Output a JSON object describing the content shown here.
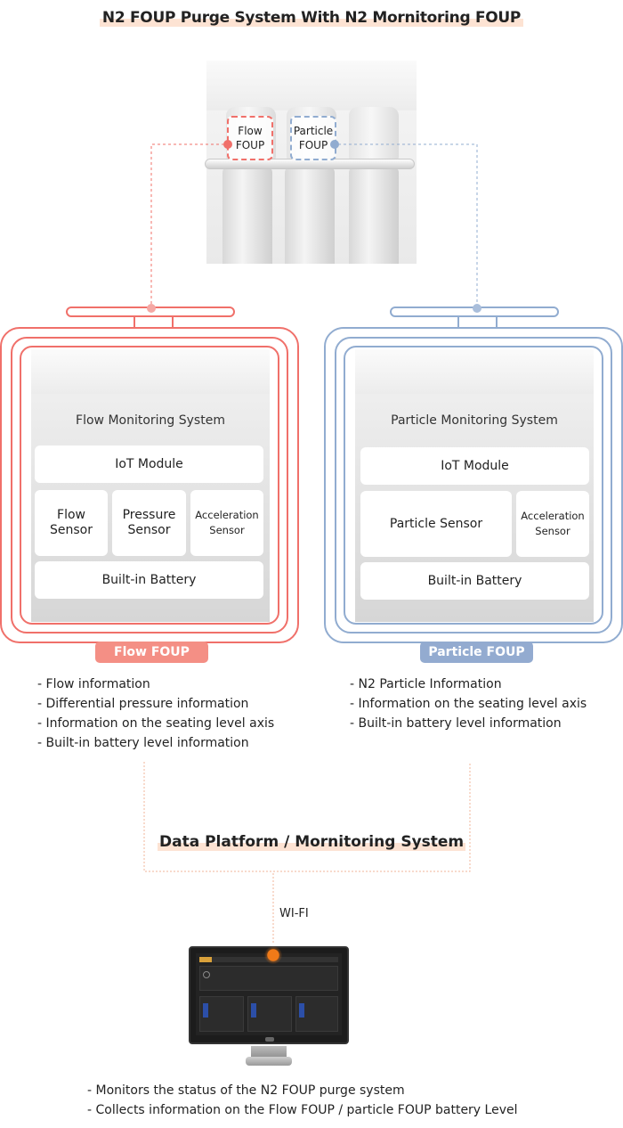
{
  "title": "N2 FOUP Purge System With N2 Mornitoring FOUP",
  "rack": {
    "flow_tag": "Flow\nFOUP",
    "particle_tag": "Particle\nFOUP"
  },
  "colors": {
    "flow": "#f0706a",
    "particle": "#91acd0",
    "flow_label_bg": "#f48f85",
    "particle_label_bg": "#93abd0",
    "highlight": "#fde3d3",
    "wifi_dot": "#f07a18"
  },
  "flow_panel": {
    "system_title": "Flow Monitoring System",
    "iot": "IoT Module",
    "sensors": [
      "Flow\nSensor",
      "Pressure\nSensor",
      "Acceleration\nSensor"
    ],
    "battery": "Built-in Battery",
    "label": "Flow FOUP",
    "info": [
      "Flow information",
      "Differential pressure information",
      "Information on the seating level axis",
      "Built-in battery level information"
    ]
  },
  "particle_panel": {
    "system_title": "Particle Monitoring System",
    "iot": "IoT Module",
    "sensors": [
      "Particle Sensor",
      "Acceleration\nSensor"
    ],
    "battery": "Built-in Battery",
    "label": "Particle FOUP",
    "info": [
      "N2 Particle Information",
      "Information on the seating level axis",
      "Built-in battery level information"
    ]
  },
  "platform": {
    "title": "Data Platform / Mornitoring System",
    "wifi": "WI-FI",
    "notes": [
      "Monitors the status of the N2 FOUP purge system",
      "Collects information on the Flow FOUP / particle FOUP battery Level"
    ]
  },
  "icons": [
    "monitor-icon",
    "wifi-dot-icon"
  ]
}
